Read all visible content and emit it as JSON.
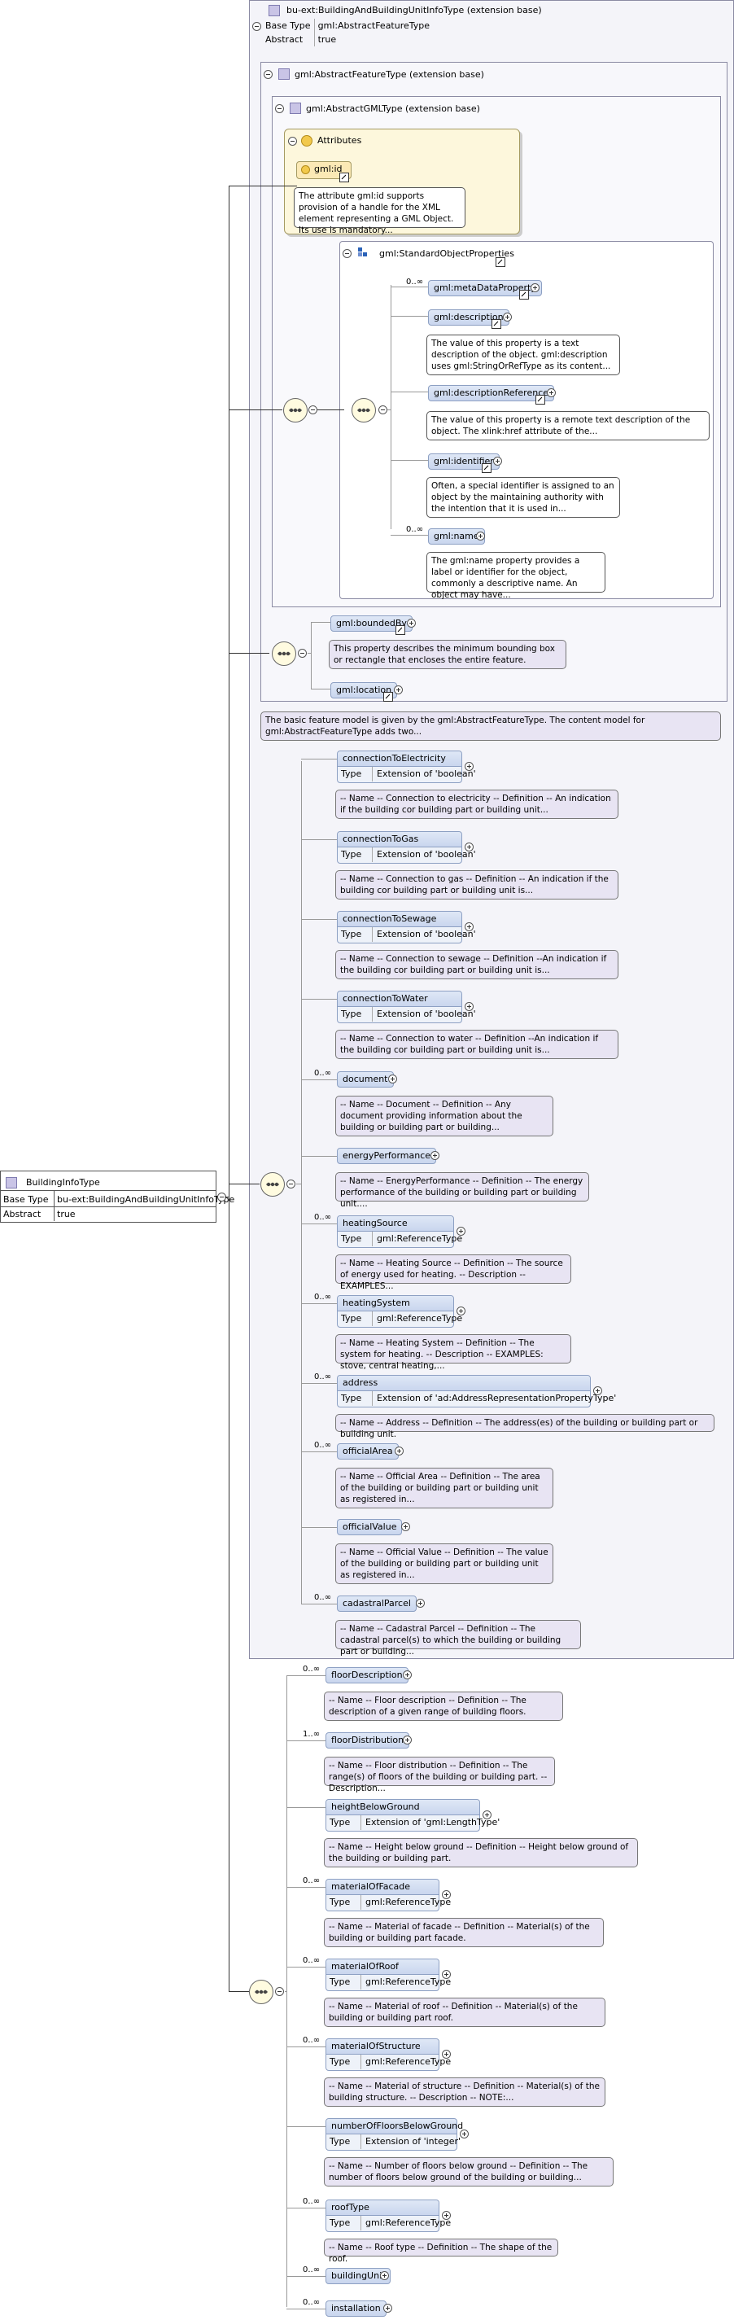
{
  "root": {
    "name": "BuildingInfoType",
    "rows": [
      {
        "k": "Base Type",
        "v": "bu-ext:BuildingAndBuildingUnitInfoType"
      },
      {
        "k": "Abstract",
        "v": "true"
      }
    ]
  },
  "ext1": {
    "title": "bu-ext:BuildingAndBuildingUnitInfoType (extension base)",
    "rows": [
      {
        "k": "Base Type",
        "v": "gml:AbstractFeatureType"
      },
      {
        "k": "Abstract",
        "v": "true"
      }
    ]
  },
  "ext2": {
    "title": "gml:AbstractFeatureType (extension base)"
  },
  "ext3": {
    "title": "gml:AbstractGMLType (extension base)"
  },
  "attributes": {
    "title": "Attributes",
    "id_name": "gml:id",
    "id_doc": "The attribute gml:id supports provision of a handle for the XML element representing a GML Object. Its use is mandatory..."
  },
  "std": {
    "title": "gml:StandardObjectProperties",
    "items": [
      {
        "name": "gml:metaDataProperty",
        "card": "0..∞",
        "doc": ""
      },
      {
        "name": "gml:description",
        "card": "",
        "doc": "The value of this property is a text description of the object. gml:description uses gml:StringOrRefType as its content..."
      },
      {
        "name": "gml:descriptionReference",
        "card": "",
        "doc": "The value of this property is a remote text description of the object. The xlink:href attribute of the..."
      },
      {
        "name": "gml:identifier",
        "card": "",
        "doc": "Often, a special identifier is assigned to an object by the maintaining authority with the intention that it is used in..."
      },
      {
        "name": "gml:name",
        "card": "0..∞",
        "doc": "The gml:name property provides a label or identifier for the object, commonly a descriptive name. An object may have..."
      }
    ]
  },
  "bounded": {
    "name": "gml:boundedBy",
    "doc": "This property describes the minimum bounding box or rectangle that encloses the entire feature.",
    "location": "gml:location"
  },
  "feature_doc": "The basic feature model is given by the gml:AbstractFeatureType. The content model for gml:AbstractFeatureType adds two...",
  "bu_items": [
    {
      "name": "connectionToElectricity",
      "card": "",
      "type_k": "Type",
      "type_v": "Extension of 'boolean'",
      "doc": "-- Name -- Connection to electricity -- Definition -- An indication if the building cor building part or building unit..."
    },
    {
      "name": "connectionToGas",
      "card": "",
      "type_k": "Type",
      "type_v": "Extension of 'boolean'",
      "doc": "-- Name -- Connection to gas -- Definition -- An indication if the building cor building part or building unit is..."
    },
    {
      "name": "connectionToSewage",
      "card": "",
      "type_k": "Type",
      "type_v": "Extension of 'boolean'",
      "doc": "-- Name -- Connection to sewage -- Definition --An indication if the building cor building part or building unit is..."
    },
    {
      "name": "connectionToWater",
      "card": "",
      "type_k": "Type",
      "type_v": "Extension of 'boolean'",
      "doc": "-- Name -- Connection to water -- Definition --An indication if the building cor building part or building unit is..."
    },
    {
      "name": "document",
      "card": "0..∞",
      "type_k": "",
      "type_v": "",
      "doc": "-- Name -- Document -- Definition -- Any document providing information about the building or building part or building..."
    },
    {
      "name": "energyPerformance",
      "card": "",
      "type_k": "",
      "type_v": "",
      "doc": "-- Name -- EnergyPerformance -- Definition -- The energy performance of the building or building part or building unit...."
    },
    {
      "name": "heatingSource",
      "card": "0..∞",
      "type_k": "Type",
      "type_v": "gml:ReferenceType",
      "doc": "-- Name -- Heating Source -- Definition -- The source of energy used for heating. -- Description -- EXAMPLES..."
    },
    {
      "name": "heatingSystem",
      "card": "0..∞",
      "type_k": "Type",
      "type_v": "gml:ReferenceType",
      "doc": "-- Name -- Heating System -- Definition -- The system for heating. -- Description -- EXAMPLES: stove, central heating,..."
    },
    {
      "name": "address",
      "card": "0..∞",
      "type_k": "Type",
      "type_v": "Extension of 'ad:AddressRepresentationPropertyType'",
      "doc": "-- Name -- Address -- Definition -- The address(es) of the building or building part or building unit."
    },
    {
      "name": "officialArea",
      "card": "0..∞",
      "type_k": "",
      "type_v": "",
      "doc": "-- Name -- Official Area -- Definition -- The area of the building or building part or building unit as registered in..."
    },
    {
      "name": "officialValue",
      "card": "",
      "type_k": "",
      "type_v": "",
      "doc": "-- Name -- Official Value -- Definition -- The value of the building or building part or building unit as registered in..."
    },
    {
      "name": "cadastralParcel",
      "card": "0..∞",
      "type_k": "",
      "type_v": "",
      "doc": "-- Name -- Cadastral Parcel -- Definition -- The cadastral parcel(s) to which the building or building part or building..."
    }
  ],
  "own_items": [
    {
      "name": "floorDescription",
      "card": "0..∞",
      "type_k": "",
      "type_v": "",
      "doc": "-- Name -- Floor description -- Definition -- The description of a given range of building floors."
    },
    {
      "name": "floorDistribution",
      "card": "1..∞",
      "type_k": "",
      "type_v": "",
      "doc": "-- Name -- Floor distribution -- Definition -- The range(s) of floors of the building or building part. -- Description..."
    },
    {
      "name": "heightBelowGround",
      "card": "",
      "type_k": "Type",
      "type_v": "Extension of 'gml:LengthType'",
      "doc": "-- Name -- Height below ground -- Definition -- Height below ground of the building or building part."
    },
    {
      "name": "materialOfFacade",
      "card": "0..∞",
      "type_k": "Type",
      "type_v": "gml:ReferenceType",
      "doc": "-- Name -- Material of facade -- Definition -- Material(s) of the building or building part facade."
    },
    {
      "name": "materialOfRoof",
      "card": "0..∞",
      "type_k": "Type",
      "type_v": "gml:ReferenceType",
      "doc": "-- Name -- Material of roof -- Definition -- Material(s) of the building or building part roof."
    },
    {
      "name": "materialOfStructure",
      "card": "0..∞",
      "type_k": "Type",
      "type_v": "gml:ReferenceType",
      "doc": "-- Name -- Material of structure -- Definition -- Material(s) of the building structure. -- Description -- NOTE:..."
    },
    {
      "name": "numberOfFloorsBelowGround",
      "card": "",
      "type_k": "Type",
      "type_v": "Extension of 'integer'",
      "doc": "-- Name -- Number of floors below ground -- Definition -- The number of floors below ground of the building or building..."
    },
    {
      "name": "roofType",
      "card": "0..∞",
      "type_k": "Type",
      "type_v": "gml:ReferenceType",
      "doc": "-- Name -- Roof type -- Definition -- The shape of the roof."
    },
    {
      "name": "buildingUnit",
      "card": "0..∞",
      "type_k": "",
      "type_v": "",
      "doc": ""
    },
    {
      "name": "installation",
      "card": "0..∞",
      "type_k": "",
      "type_v": "",
      "doc": ""
    }
  ]
}
